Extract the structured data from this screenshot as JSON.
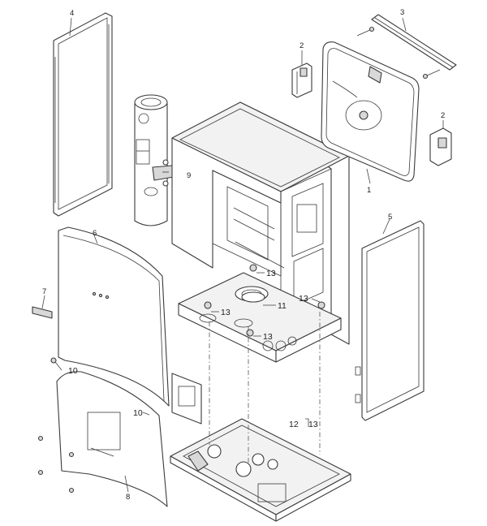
{
  "callouts": {
    "c1": "1",
    "c2a": "2",
    "c2b": "2",
    "c3": "3",
    "c4": "4",
    "c5": "5",
    "c6": "6",
    "c7": "7",
    "c8": "8",
    "c9": "9",
    "c10a": "10",
    "c10b": "10",
    "c11": "11",
    "c12": "12",
    "c13a": "13",
    "c13b": "13",
    "c13c": "13",
    "c13d": "13",
    "c13e": "13"
  }
}
